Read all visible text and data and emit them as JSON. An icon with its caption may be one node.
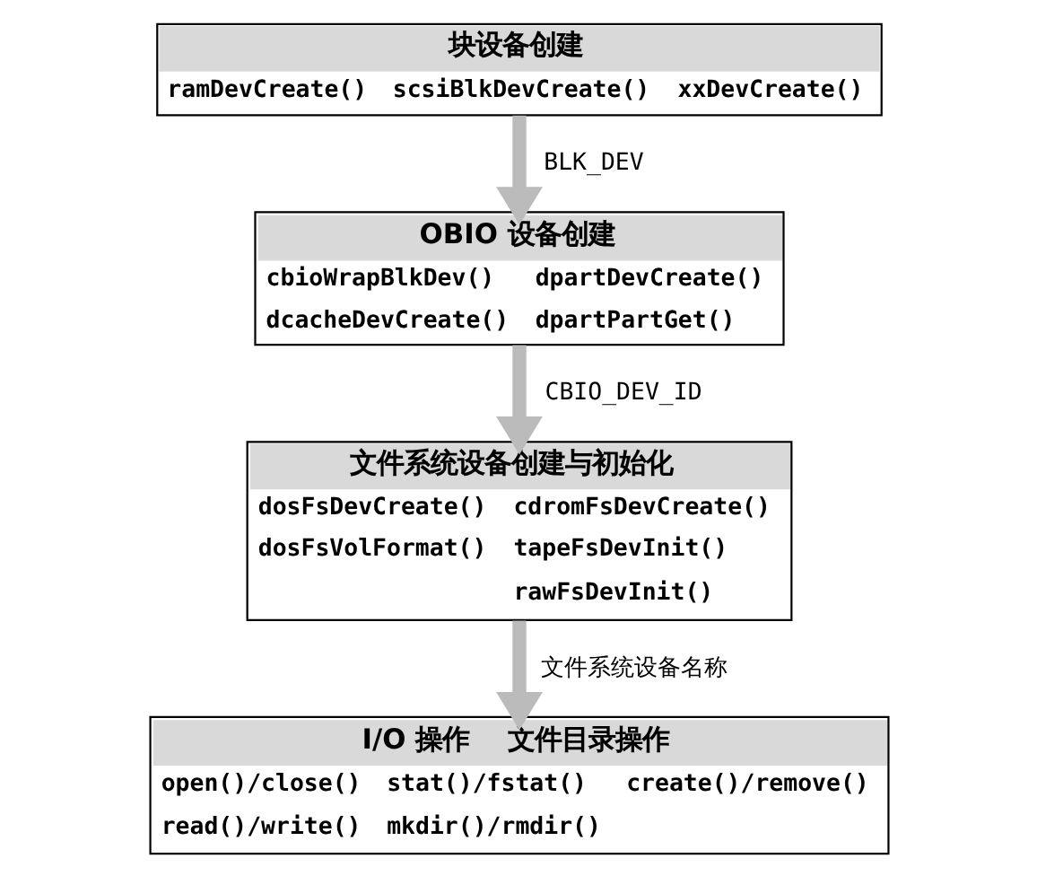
{
  "diagram": {
    "nodes": [
      {
        "text": [
          "块设备创建",
          "ramDevCreate()",
          "scsiBlkDevCreate()",
          "xxDevCreate()"
        ]
      },
      {
        "text": [
          "OBIO 设备创建",
          "cbioWrapBlkDev()",
          "dpartDevCreate()",
          "dcacheDevCreate()",
          "dpartPartGet()"
        ]
      },
      {
        "text": [
          "文件系统设备创建与初始化",
          "dosFsDevCreate()",
          "cdromFsDevCreate()",
          "dosFsVolFormat()",
          "tapeFsDevInit()",
          "rawFsDevInit()"
        ]
      },
      {
        "text": [
          "I/O 操作",
          "文件目录操作",
          "open()/close()",
          "stat()/fstat()",
          "create()/remove()",
          "read()/write()",
          "mkdir()/rmdir()"
        ]
      }
    ],
    "edges": [
      {
        "from": 0,
        "to": 1,
        "arrow": "to",
        "label": "BLK_DEV"
      },
      {
        "from": 1,
        "to": 2,
        "arrow": "to",
        "label": "CBIO_DEV_ID"
      },
      {
        "from": 2,
        "to": 3,
        "arrow": "to",
        "label": "文件系统设备名称"
      }
    ]
  }
}
